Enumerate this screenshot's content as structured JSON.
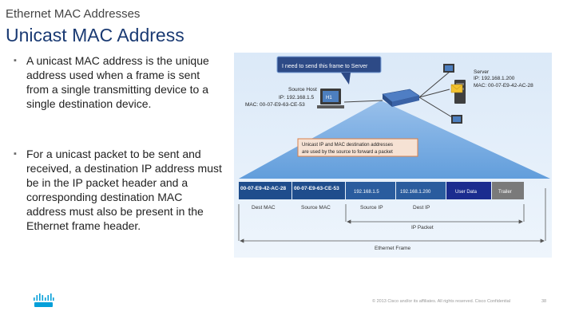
{
  "slide": {
    "kicker": "Ethernet MAC Addresses",
    "title": "Unicast MAC Address",
    "bullets": [
      "A unicast MAC address is the unique address used when a frame is sent from a single transmitting device to a single destination device.",
      "For a unicast packet to be sent and received, a destination IP address must be in the IP packet header and a corresponding destination MAC address must also be present in the Ethernet frame header."
    ]
  },
  "figure": {
    "callout_top": "I need to send this frame to Server",
    "source_host": {
      "label": "Source Host",
      "ip": "IP: 192.168.1.5",
      "mac": "MAC: 00-07-E9-63-CE-53",
      "host_tag": "H1"
    },
    "server": {
      "label": "Server",
      "ip": "IP: 192.168.1.200",
      "mac": "MAC: 00-07-E9-42-AC-28"
    },
    "callout_mid_line1": "Unicast IP and MAC destination addresses",
    "callout_mid_line2": "are used by the source to forward a packet",
    "frame_fields": {
      "dest_mac": "00-07-E9-42-AC-28",
      "source_mac": "00-07-E9-63-CE-53",
      "source_ip": "192.168.1.5",
      "dest_ip": "192.168.1.200",
      "user_data": "User Data",
      "trailer": "Trailer"
    },
    "field_labels": {
      "dest_mac": "Dest MAC",
      "source_mac": "Source MAC",
      "source_ip": "Source IP",
      "dest_ip": "Dest IP"
    },
    "ip_packet_label": "IP Packet",
    "ethernet_frame_label": "Ethernet Frame"
  },
  "footer": {
    "copyright": "© 2013 Cisco and/or its affiliates. All rights reserved.     Cisco Confidential",
    "page": "38"
  },
  "colors": {
    "title": "#1a3a73",
    "frame_dark": "#1f4d8c",
    "user_data": "#1b2c8f",
    "trailer": "#7a7a7a",
    "callout_border": "#d9804a",
    "cisco_blue": "#049fd9"
  },
  "icons": [
    "computer-icon",
    "switch-icon",
    "server-icon",
    "cisco-logo"
  ]
}
